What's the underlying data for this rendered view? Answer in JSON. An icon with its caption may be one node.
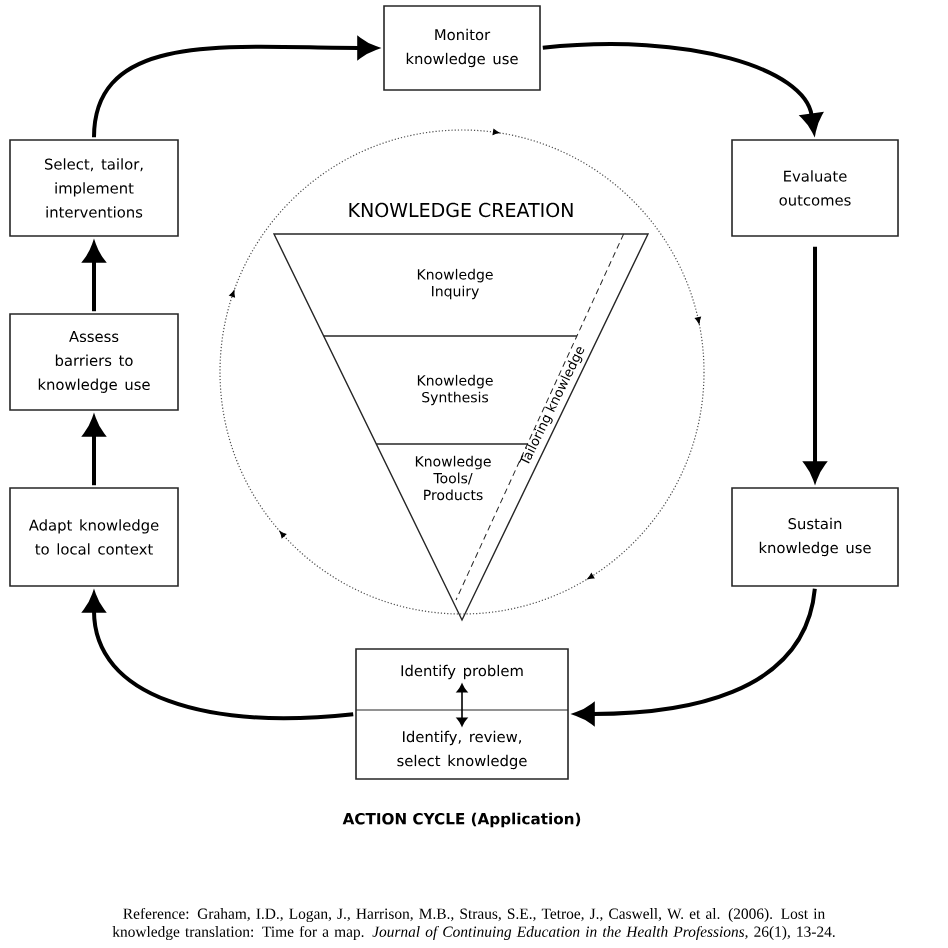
{
  "diagram": {
    "nodes": [
      {
        "text": [
          "Monitor knowledge use"
        ]
      },
      {
        "text": [
          "Evaluate outcomes"
        ]
      },
      {
        "text": [
          "Sustain knowledge use"
        ]
      },
      {
        "text": [
          "ACTION CYCLE (Application)"
        ]
      },
      {
        "text": [
          "Identify problem"
        ],
        "in": 3
      },
      {
        "text": [
          "Identify, review, select knowledge"
        ],
        "in": 3
      },
      {
        "text": [
          "Adapt knowledge to local context"
        ]
      },
      {
        "text": [
          "Assess barriers to knowledge use"
        ]
      },
      {
        "text": [
          "Select, tailor, implement interventions"
        ]
      },
      {
        "text": [
          "KNOWLEDGE CREATION"
        ]
      },
      {
        "text": [
          "Knowledge Inquiry"
        ],
        "in": 9
      },
      {
        "text": [
          "Knowledge Synthesis"
        ],
        "in": 9
      },
      {
        "text": [
          "Knowledge Tools/ Products"
        ],
        "in": 9
      },
      {
        "text": [
          "Tailoring knowledge"
        ],
        "in": 9
      }
    ],
    "edges": [
      {
        "from": 0,
        "to": 1,
        "arrow": "to"
      },
      {
        "from": 1,
        "to": 2,
        "arrow": "to"
      },
      {
        "from": 2,
        "to": 3,
        "arrow": "to"
      },
      {
        "from": 3,
        "to": 6,
        "arrow": "to"
      },
      {
        "from": 6,
        "to": 7,
        "arrow": "to"
      },
      {
        "from": 7,
        "to": 8,
        "arrow": "to"
      },
      {
        "from": 8,
        "to": 0,
        "arrow": "to"
      },
      {
        "from": 4,
        "to": 5,
        "arrow": "both"
      }
    ],
    "labels": [
      "Reference: Graham, I.D., Logan, J., Harrison, M.B., Straus, S.E., Tetroe, J., Caswell, W. et al. (2006). Lost in knowledge translation: Time for a map. *Journal of Continuing Education in the Health Professions*, 26(1), 13-24."
    ]
  }
}
